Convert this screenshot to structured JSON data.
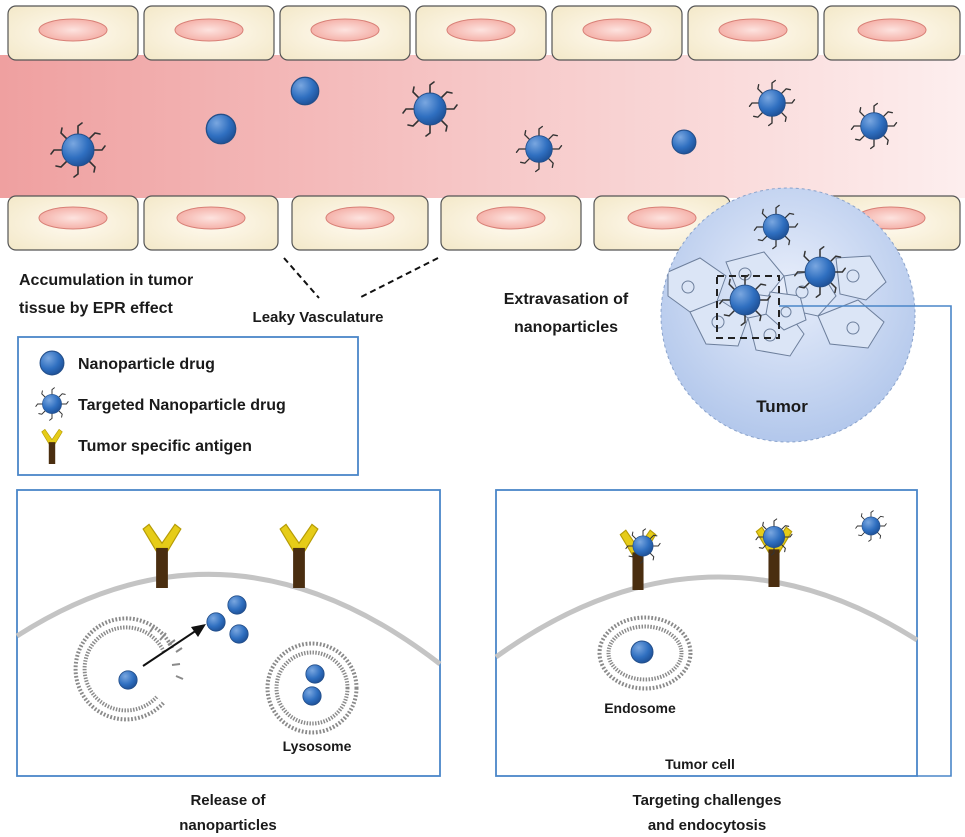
{
  "labels": {
    "accumulation_line1": "Accumulation in tumor",
    "accumulation_line2": "tissue by EPR effect",
    "leaky": "Leaky Vasculature",
    "extravasation_line1": "Extravasation of",
    "extravasation_line2": "nanoparticles",
    "tumor": "Tumor",
    "lysosome": "Lysosome",
    "endosome": "Endosome",
    "tumor_cell": "Tumor cell",
    "release_line1": "Release of",
    "release_line2": "nanoparticles",
    "targeting_line1": "Targeting challenges",
    "targeting_line2": "and endocytosis"
  },
  "legend": {
    "items": [
      {
        "label": "Nanoparticle drug",
        "icon": "nanoparticle-icon"
      },
      {
        "label": "Targeted Nanoparticle drug",
        "icon": "targeted-nanoparticle-icon"
      },
      {
        "label": "Tumor specific antigen",
        "icon": "antigen-icon"
      }
    ]
  },
  "colors": {
    "nanoparticle": "#2f6fc0",
    "cell_fill": "#faf3df",
    "nucleus": "#f7b5ae",
    "frame": "#4a86c8",
    "antigen_stem": "#4a2e10",
    "antigen_arm": "#e6cc18",
    "tumor_fill": "#c3d4f1"
  }
}
